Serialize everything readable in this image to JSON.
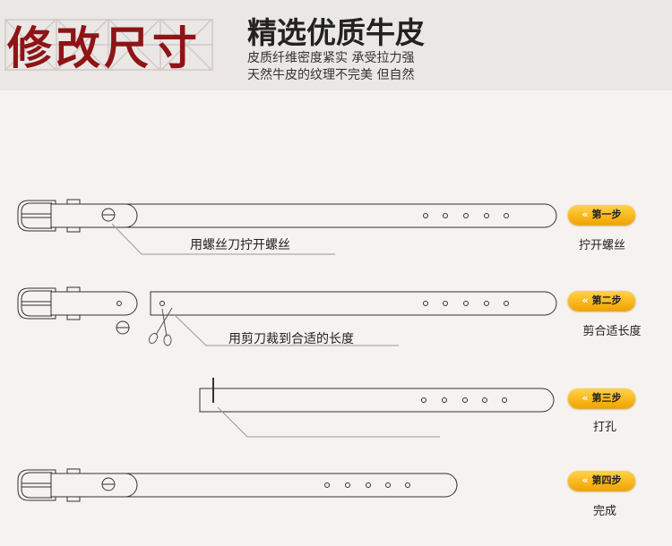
{
  "header": {
    "logo_text": "修改尺寸",
    "title": "精选优质牛皮",
    "subtitle_line1": "皮质纤维密度紧实  承受拉力强",
    "subtitle_line2": "天然牛皮的纹理不完美  但自然"
  },
  "steps": [
    {
      "button": "第一步",
      "caption": "拧开螺丝",
      "instruction": "用螺丝刀拧开螺丝"
    },
    {
      "button": "第二步",
      "caption": "剪合适长度",
      "instruction": "用剪刀裁到合适的长度"
    },
    {
      "button": "第三步",
      "caption": "打孔"
    },
    {
      "button": "第四步",
      "caption": "完成"
    }
  ],
  "colors": {
    "logo": "#8e1416",
    "button": "#f7b500"
  }
}
